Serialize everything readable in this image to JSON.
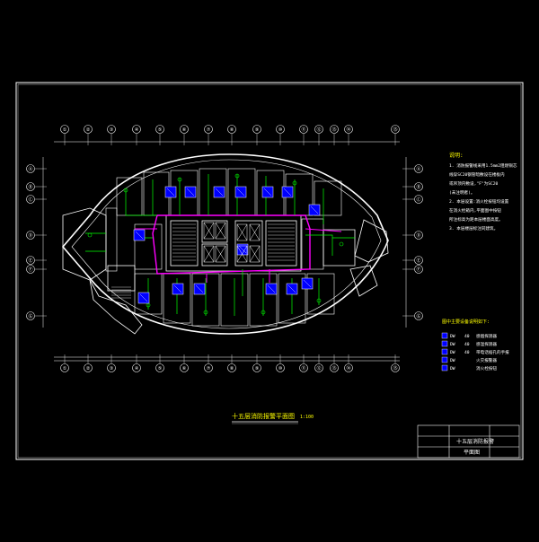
{
  "drawing": {
    "title_text": "十五层消防报警平面图",
    "scale_text": "1:100",
    "background_color": "#000000",
    "line_color": "#ffffff",
    "wall_color": "#ffffff",
    "device_color": "#0000ff",
    "wiring_color": "#00ff00",
    "pipe_color": "#ff00ff",
    "text_color": "#ffff00"
  },
  "notes": {
    "heading": "说明:",
    "lines": [
      "1. 消防报警线采用1.5mm2阻燃铜芯",
      "   线穿SC20钢管暗敷设在楼板内",
      "   或吊顶内敷设,\"F\"为SC20",
      "   (未注明者)。",
      "2. 本层设置:消火栓按钮均设置",
      "   在消火栓箱内,平面图中按钮",
      "   所注标高为距本层楼面高度。",
      "3. 本层楼层标注同建筑。"
    ]
  },
  "legend": {
    "heading": "图中主要设备说明如下:",
    "items": [
      {
        "code": "DW",
        "qty": "40",
        "desc": "感烟探测器"
      },
      {
        "code": "DW",
        "qty": "40",
        "desc": "感温探测器"
      },
      {
        "code": "DW",
        "qty": "40",
        "desc": "带电话插孔的手报"
      },
      {
        "code": "DW",
        "qty": "",
        "desc": "火灾报警器"
      },
      {
        "code": "DW",
        "qty": "",
        "desc": "消火栓按钮"
      }
    ]
  },
  "title_block": {
    "project": "十五层消防报警",
    "sheet": "平面图"
  },
  "grid_axes": {
    "top": [
      "①",
      "②",
      "③",
      "④",
      "⑤",
      "⑥",
      "⑦",
      "⑧",
      "⑨",
      "⑩",
      "⑪",
      "⑫",
      "⑬",
      "⑭",
      "⑮"
    ],
    "left": [
      "Ⓐ",
      "Ⓑ",
      "Ⓒ",
      "Ⓓ",
      "Ⓔ",
      "Ⓕ",
      "Ⓖ"
    ],
    "right": [
      "Ⓐ",
      "Ⓑ",
      "Ⓒ",
      "Ⓓ",
      "Ⓔ",
      "Ⓕ",
      "Ⓖ"
    ]
  }
}
